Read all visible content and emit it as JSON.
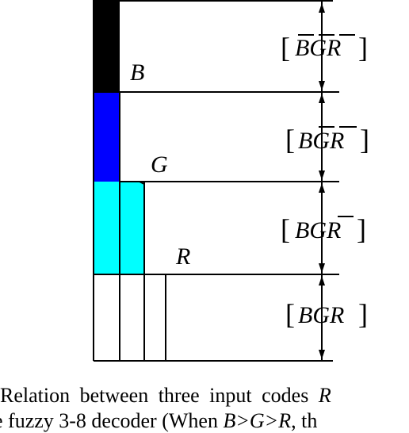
{
  "labels": {
    "B": "B",
    "G": "G",
    "R": "R"
  },
  "bands": [
    {
      "code": "BGR",
      "bars": [
        true,
        true,
        true
      ],
      "color": "#000000"
    },
    {
      "code": "BGR",
      "bars": [
        false,
        true,
        true
      ],
      "color": "#0000ff"
    },
    {
      "code": "BGR",
      "bars": [
        false,
        false,
        true
      ],
      "color": "#00ffff"
    },
    {
      "code": "BGR",
      "bars": [
        false,
        false,
        false
      ],
      "color": "#ffffff"
    }
  ],
  "caption": {
    "line1_text": "Relation between three input codes ",
    "line1_var": "R",
    "line2_text": "e fuzzy 3-8 decoder (When ",
    "line2_var": "B>G>R",
    "line2_tail": ", th"
  }
}
